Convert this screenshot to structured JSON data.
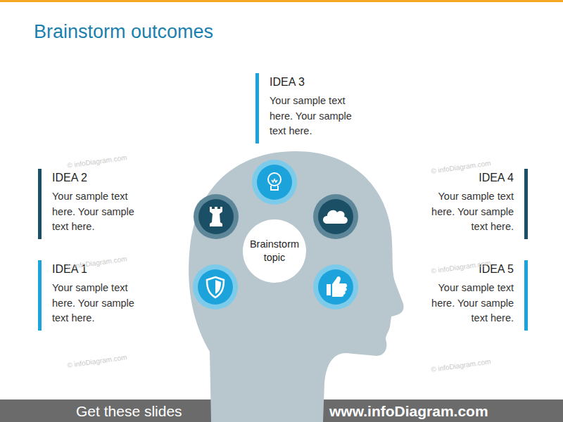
{
  "diagram": {
    "title": "Brainstorm outcomes",
    "nodes": [
      {
        "text": [
          "IDEA 3",
          "Your sample text here. Your sample text here."
        ]
      },
      {
        "text": [
          "IDEA 2",
          "Your sample text here. Your sample text here."
        ]
      },
      {
        "text": [
          "IDEA 4",
          "Your sample text here. Your sample text here."
        ]
      },
      {
        "text": [
          "IDEA 1",
          "Your sample text here. Your sample text here."
        ]
      },
      {
        "text": [
          "IDEA 5",
          "Your sample text here. Your sample text here."
        ]
      },
      {
        "text": [
          "Brainstorm topic"
        ]
      }
    ],
    "labels": [
      "© infoDiagram.com",
      "© infoDiagram.com",
      "© infoDiagram.com",
      "© infoDiagram.com",
      "© infoDiagram.com",
      "© infoDiagram.com",
      "Get these slides",
      "www.infoDiagram.com"
    ]
  }
}
